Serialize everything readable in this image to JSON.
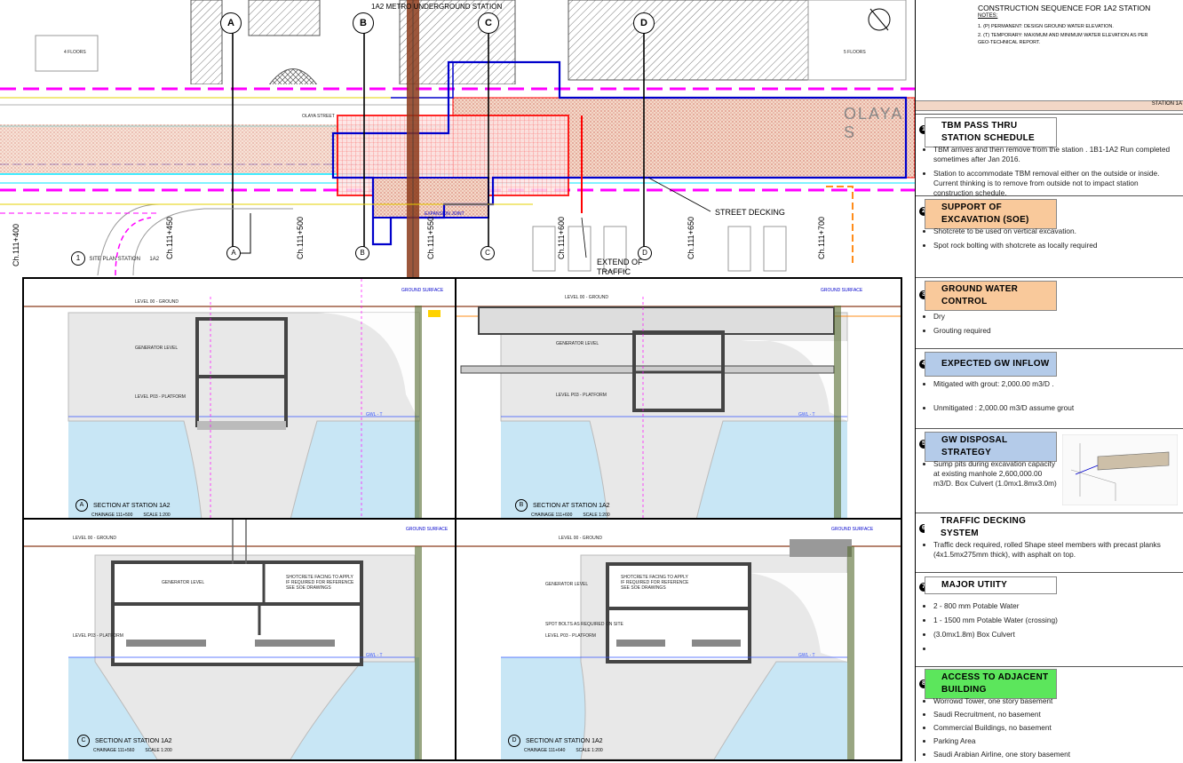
{
  "plan": {
    "title": "1A2 METRO UNDERGROUND STATION",
    "street_label": "OLAYA S",
    "street_small": "OLAYA STREET",
    "site_plan_label": "SITE PLAN STATION",
    "site_plan_ref": "1A2",
    "street_decking_label": "STREET DECKING",
    "extend_decking_label": "EXTEND OF TRAFFIC DECKING",
    "expansion_joint_label": "EXPANSION JOINT",
    "building_note_left": "4 FLOORS",
    "building_note_right": "5 FLOORS",
    "section_markers": [
      "A",
      "B",
      "C",
      "D"
    ],
    "chainages": [
      "Ch.111+400",
      "Ch.111+450",
      "Ch.111+500",
      "Ch.111+550",
      "Ch.111+600",
      "Ch.111+650",
      "Ch.111+700"
    ]
  },
  "header": {
    "title": "CONSTRUCTION SEQUENCE FOR 1A2 STATION",
    "notes_label": "NOTES:",
    "notes": [
      "1.    (P) PERMANENT: DESIGN GROUND WATER ELEVATION.",
      "2.    (T) TEMPORARY: MAXIMUM AND MINIMUM WATER ELEVATION AS PER GEO-TECHNICAL REPORT."
    ],
    "station_tag": "STATION 1A"
  },
  "steps": [
    {
      "num": "1",
      "title": "TBM PASS THRU STATION SCHEDULE",
      "color": "#ffffff",
      "bullets": [
        "TBM arrives and then remove from the station .  1B1-1A2 Run completed sometimes after Jan 2016.",
        "Station to accommodate TBM removal either on the outside or inside. Current thinking is to remove from outside not to impact station construction schedule."
      ]
    },
    {
      "num": "2",
      "title": "SUPPORT OF EXCAVATION  (SOE)",
      "color": "#f9c99b",
      "bullets": [
        "Shotcrete to be used on vertical excavation.",
        "Spot rock bolting with shotcrete as locally required"
      ]
    },
    {
      "num": "3",
      "title": "GROUND WATER CONTROL",
      "color": "#f9c99b",
      "bullets": [
        "Dry",
        "Grouting required"
      ]
    },
    {
      "num": "4",
      "title": "EXPECTED GW INFLOW",
      "color": "#b4cbe9",
      "bullets": [
        "Mitigated with grout: 2,000.00 m3/D .",
        "Unmitigated : 2,000.00 m3/D assume grout"
      ]
    },
    {
      "num": "5",
      "title": "GW DISPOSAL STRATEGY",
      "color": "#b4cbe9",
      "bullets": [
        "Sump pits during excavation capacity at existing manhole 2,600,000.00 m3/D.  Box Culvert (1.0mx1.8mx3.0m)"
      ]
    },
    {
      "num": "6",
      "title": "TRAFFIC DECKING SYSTEM",
      "color": "#ffffff",
      "bullets": [
        "Traffic deck required, rolled Shape steel members with precast planks (4x1.5mx275mm thick), with asphalt on top."
      ]
    },
    {
      "num": "7",
      "title": "MAJOR UTIITY",
      "color": "#ffffff",
      "bullets": [
        "2 - 800 mm Potable Water",
        "1 - 1500 mm Potable Water (crossing)",
        "(3.0mx1.8m) Box Culvert",
        ""
      ]
    },
    {
      "num": "8",
      "title": "ACCESS TO ADJACENT BUILDING",
      "color": "#5ce65c",
      "bullets": [
        "Worrowd Tower, one story basement",
        "Saudi Recruitment, no basement",
        "Commercial Buildings, no basement",
        "Parking Area",
        "Saudi Arabian Airline, one story basement"
      ]
    }
  ],
  "sections": [
    {
      "letter": "A",
      "title": "SECTION AT STATION 1A2",
      "chainage": "CHAINAGE 111+500",
      "scale": "SCALE 1:200"
    },
    {
      "letter": "B",
      "title": "SECTION AT STATION 1A2",
      "chainage": "CHAINAGE 111+600",
      "scale": "SCALE 1:200"
    },
    {
      "letter": "C",
      "title": "SECTION AT STATION 1A2",
      "chainage": "CHAINAGE 111+560",
      "scale": "SCALE 1:200"
    },
    {
      "letter": "D",
      "title": "SECTION AT STATION 1A2",
      "chainage": "CHAINAGE 111+640",
      "scale": "SCALE 1:200"
    }
  ],
  "section_labels": {
    "ground_surface": "GROUND SURFACE",
    "level_ground": "LEVEL 00 - GROUND",
    "generator_level": "GENERATOR LEVEL",
    "level_platform": "LEVEL P03 - PLATFORM",
    "gwl": "GWL - T",
    "shotcrete_note": "SHOTCRETE FACING TO APPLY IF REQUIRED FOR REFERENCE SEE SOE DRAWINGS",
    "spot_bolts": "SPOT BOLTS AS REQUIRED ON SITE"
  },
  "colors": {
    "water": "#c8e6f5",
    "rock": "#e6e6e6",
    "concrete": "#d9d9d9",
    "magenta": "#ff00ff",
    "cyan": "#00e5ff",
    "red": "#ff0000",
    "blue": "#0000cc",
    "orange": "#ff8c1a",
    "brown": "#8b3a1a",
    "tan": "#f2d7c6"
  }
}
